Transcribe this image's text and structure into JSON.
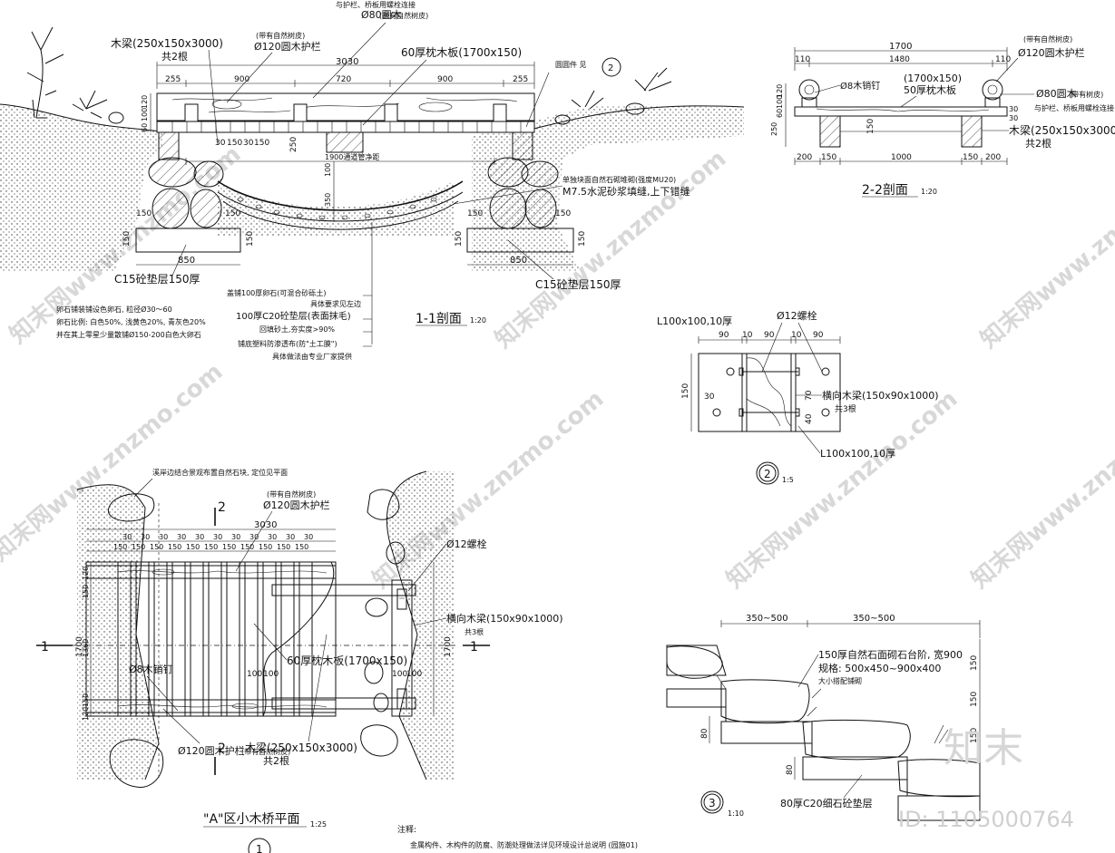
{
  "section_1_1": {
    "top_notes": [
      "与护栏、桥板用螺栓连接",
      "Ø80圆木",
      "(带有自然树皮)"
    ],
    "left_beam_label": "木梁(250x150x3000)",
    "left_beam_count": "共2根",
    "rail_label_1": "(带有自然树皮)",
    "rail_label_2": "Ø120圆木护栏",
    "plank_label": "60厚枕木板(1700x150)",
    "right_tag": "圆圆件  见",
    "right_tag_num": "2",
    "dim_total": "3030",
    "dims_top": [
      "255",
      "900",
      "720",
      "900",
      "255"
    ],
    "dims_left_vertical": [
      "120",
      "100",
      "60"
    ],
    "dims_mid": [
      "30",
      "150",
      "30",
      "150"
    ],
    "dim_250": "250",
    "dim_100": "100",
    "dim_350": "350",
    "clear_span": "1900通道管净距",
    "right_note_1": "单独块面自然石砌堆砌(强度MU20)",
    "right_note_2": "M7.5水泥砂浆填缝,上下错缝",
    "dim_150": "150",
    "footing_width": "850",
    "footing_left": "C15砼垫层150厚",
    "footing_right": "C15砼垫层150厚",
    "left_notes": [
      "卵石铺装铺设色卵石, 粒径Ø30～60",
      "卵石比例: 白色50%, 浅黄色20%, 青灰色20%",
      "并在其上零星少量散铺Ø150-200白色大卵石"
    ],
    "center_notes": [
      "盖铺100厚卵石(可混合砂砾土)",
      "具体要求见左边",
      "100厚C20砼垫层(表面抹毛)",
      "回填砂土,夯实度>90%",
      "铺底塑料防渗透布(防\"土工膜\")",
      "具体做法由专业厂家提供"
    ],
    "title": "1-1剖面",
    "scale": "1:20"
  },
  "section_2_2": {
    "dim_total": "1700",
    "dims_top": [
      "110",
      "1480",
      "110"
    ],
    "rail_label_1": "(带有自然树皮)",
    "rail_label_2": "Ø120圆木护栏",
    "nail_label": "Ø8木销钉",
    "plank_label_1": "(1700x150)",
    "plank_label_2": "50厚枕木板",
    "post_label_1": "Ø80圆木",
    "post_label_2": "(带有树皮)",
    "post_label_3": "与护栏、桥板用螺栓连接",
    "dims_left": [
      "120",
      "100",
      "60",
      "250"
    ],
    "dim_150": "150",
    "dims_right": [
      "30",
      "30"
    ],
    "beam_label": "木梁(250x150x3000)",
    "beam_count": "共2根",
    "dims_bottom": [
      "200",
      "150",
      "1000",
      "150",
      "200"
    ],
    "title": "2-2剖面",
    "scale": "1:20"
  },
  "detail_2": {
    "angle_top": "L100x100,10厚",
    "bolt_label": "Ø12螺栓",
    "dims_top": [
      "90",
      "10",
      "90",
      "10",
      "90"
    ],
    "dim_150": "150",
    "dim_30": "30",
    "dim_70": "70",
    "dim_40": "40",
    "joist_label": "横向木梁(150x90x1000)",
    "joist_count": "共3根",
    "angle_bottom": "L100x100,10厚",
    "num": "2",
    "scale": "1:5"
  },
  "plan": {
    "top_note": "溪岸边结合景观布置自然石块, 定位见平面",
    "section_mark": "2",
    "rail_label_1": "(带有自然树皮)",
    "rail_label_2": "Ø120圆木护栏",
    "dim_total": "3030",
    "dims_30": [
      "30",
      "30",
      "30",
      "30",
      "30",
      "30",
      "30",
      "30",
      "30",
      "30",
      "30",
      "30"
    ],
    "dims_150": [
      "150",
      "150",
      "150",
      "150",
      "150",
      "150",
      "150",
      "150",
      "150",
      "150",
      "150",
      "150"
    ],
    "bolt_label": "Ø12螺栓",
    "joist_label": "横向木梁(150x90x1000)",
    "joist_count": "共3根",
    "dims_left": [
      "120",
      "150",
      "1360",
      "150",
      "120"
    ],
    "dim_1700_left": "1700",
    "dim_1700_right": "1700",
    "nail_label": "Ø8木销钉",
    "plank_label": "60厚枕木板(1700x150)",
    "dims_100": [
      "100",
      "100",
      "100",
      "100"
    ],
    "rail_bottom_1": "Ø120圆木护栏",
    "rail_bottom_2": "(带有自然树皮)",
    "beam_label": "木梁(250x150x3000)",
    "beam_count": "共2根",
    "section_marker_num": "1",
    "title": "\"A\"区小木桥平面",
    "scale": "1:25",
    "circle_num": "1",
    "note_title": "注释:",
    "note_text": "金属构件、木构件的防腐、防潮处理做法详见环境设计总说明 (园施01)"
  },
  "detail_3": {
    "dims_top": [
      "350~500",
      "350~500"
    ],
    "label_1": "150厚自然石面砌石台阶, 宽900",
    "label_2": "规格: 500x450~900x400",
    "label_3": "大小搭配铺砌",
    "dims_right": [
      "150",
      "150",
      "150"
    ],
    "dims_left": [
      "80",
      "80"
    ],
    "bottom_label": "80厚C20细石砼垫层",
    "num": "3",
    "scale": "1:10"
  },
  "watermarks": [
    "知末网www.znzmo.com"
  ],
  "logo_text": "知末",
  "id_text": "ID: 1105000764"
}
